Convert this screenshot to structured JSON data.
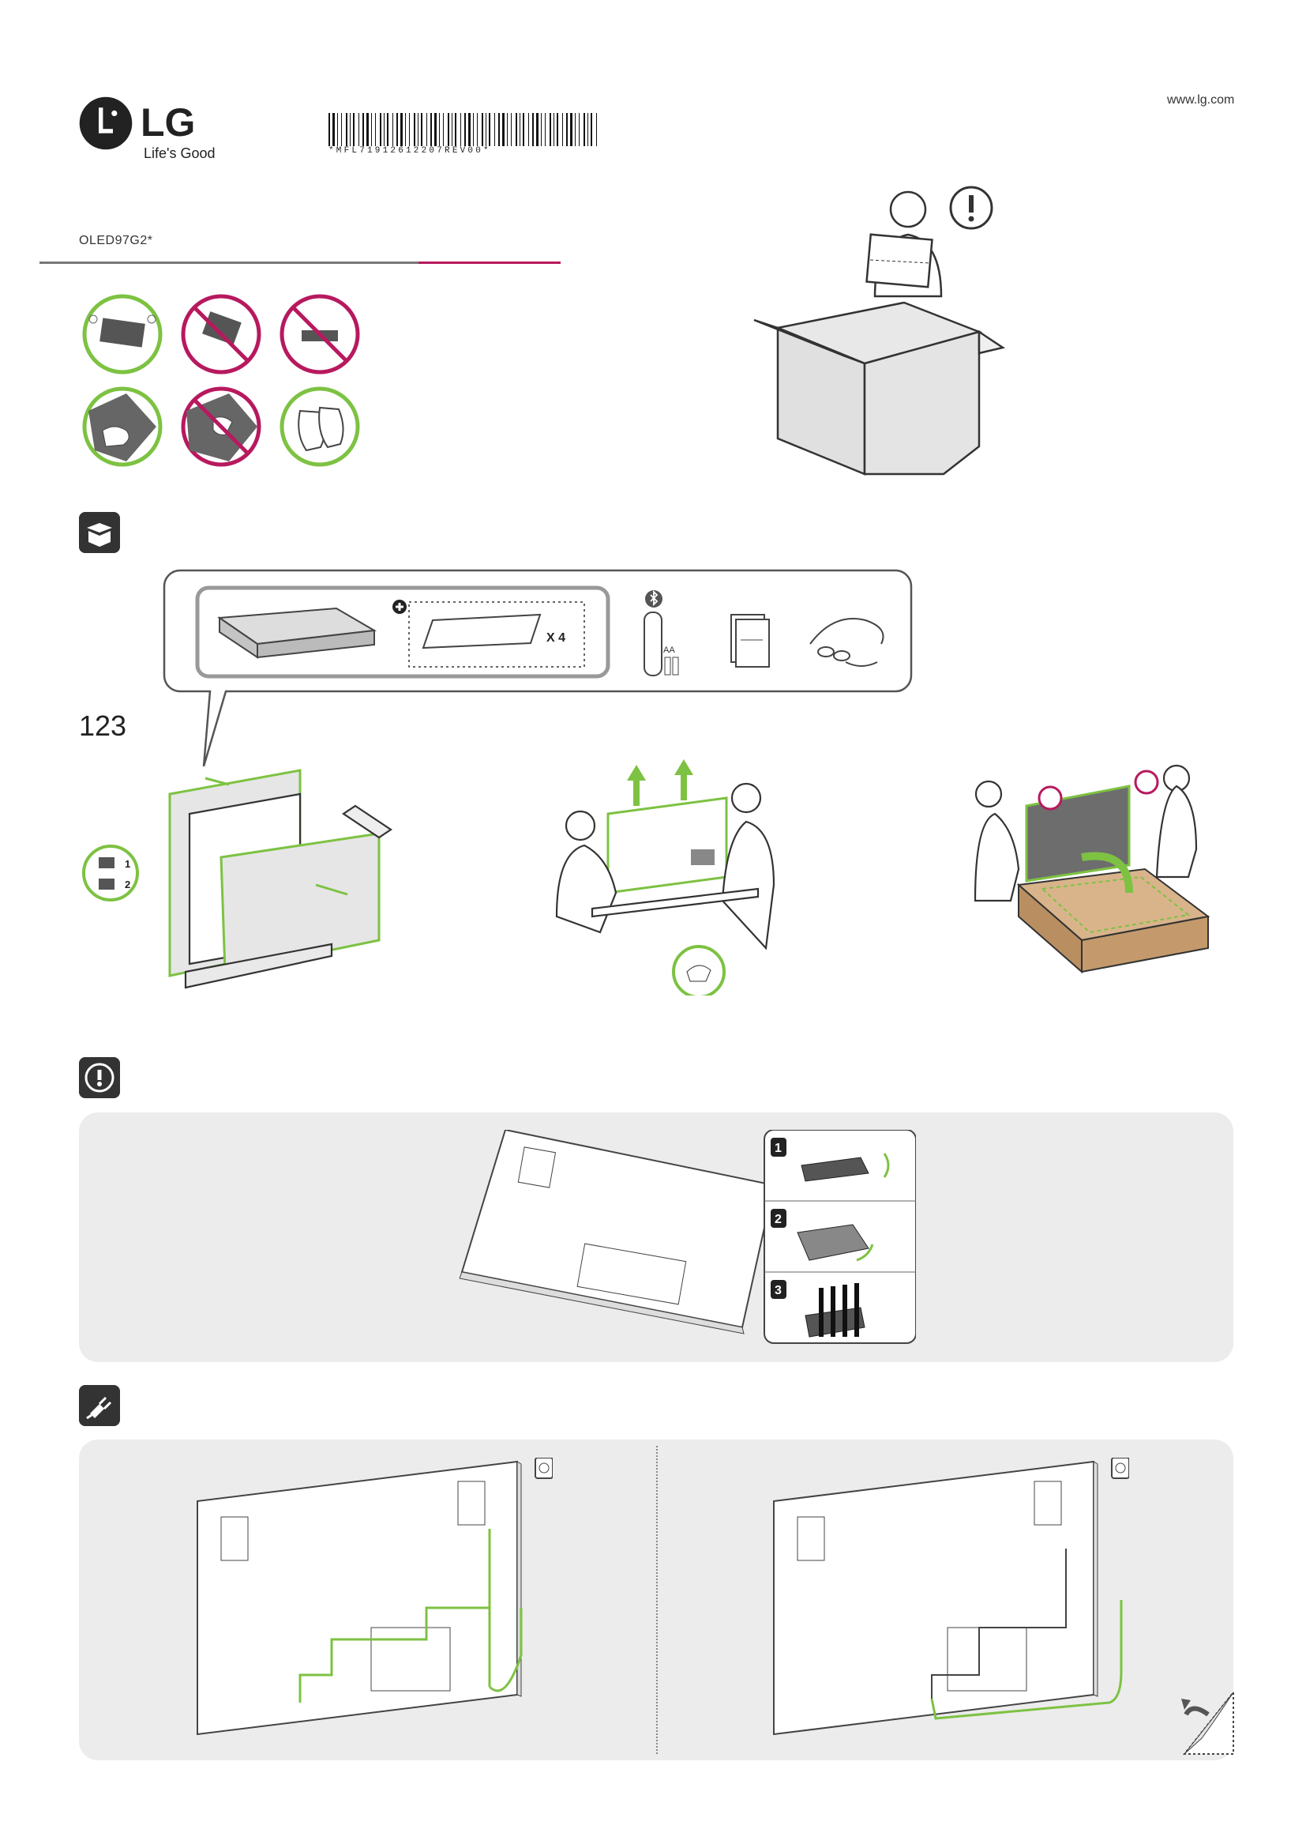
{
  "header": {
    "brand": "LG",
    "tagline": "Life's Good",
    "url": "www.lg.com",
    "barcode_text": "*MFL71912612207REV00*",
    "model": "OLED97G2*"
  },
  "accessories": {
    "quantity_label": "X 4",
    "battery_label": "AA"
  },
  "step_label": "123",
  "cable_steps": [
    "1",
    "2",
    "3"
  ],
  "colors": {
    "accent_green": "#7dc242",
    "prohibited_magenta": "#b7195e",
    "brand_dark": "#222222",
    "panel_gray": "#ececec"
  },
  "icons": [
    "lg-logo-icon",
    "box-icon",
    "caution-icon",
    "power-plug-icon",
    "bluetooth-icon",
    "page-turn-icon"
  ]
}
